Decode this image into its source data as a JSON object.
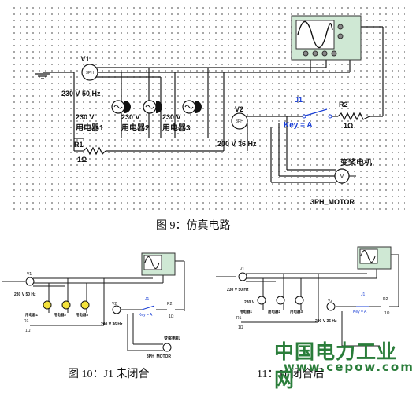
{
  "figures": {
    "main_caption": "图 9：仿真电路",
    "left_caption": "图 10：J1 未闭合",
    "right_caption": "11：J1 闭合后"
  },
  "circuit": {
    "source1_label": "V1",
    "source1_rating": "230 V 50 Hz",
    "source1_symbol": "3PH",
    "source2_label": "V2",
    "source2_rating": "200 V 36 Hz",
    "source2_symbol": "3PH",
    "load_voltage": "230 V",
    "load1": "用电器1",
    "load2": "用电器2",
    "load3": "用电器3",
    "r1_label": "R1",
    "r1_value": "1Ω",
    "r2_label": "R2",
    "r2_value": "1Ω",
    "switch_label": "J1",
    "switch_key": "Key = A",
    "motor_title": "变桨电机",
    "motor_name": "3PH_MOTOR",
    "motor_symbol": "M"
  },
  "watermark": {
    "title": "中国电力工业网",
    "url": "www.cepow.com"
  },
  "colors": {
    "wire": "#1a1a1a",
    "switch_text": "#1a3fd6",
    "lamp_on": "#f4e23b",
    "scope_body": "#cfe8d4",
    "watermark": "#2a7d3a"
  }
}
